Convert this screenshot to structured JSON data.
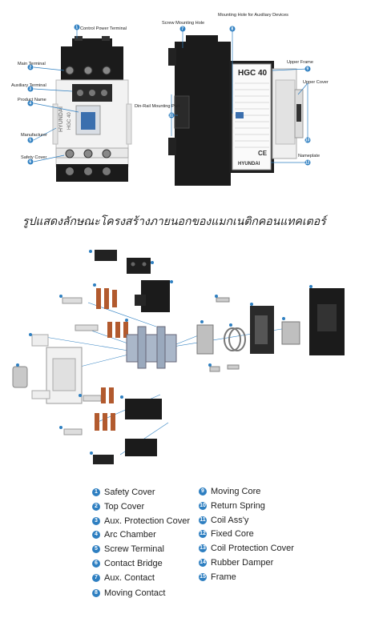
{
  "front_view": {
    "labels": [
      "Control Power Terminal",
      "Main Terminal",
      "Auxiliary Terminal",
      "Product Name",
      "Manufacturer",
      "Safety Cover"
    ],
    "body_text": [
      "HYUNDAI",
      "HGC 40"
    ]
  },
  "side_view": {
    "labels": [
      "Screw Mounting Hole",
      "Mounting Hole for Auxiliary Devices",
      "Upper Frame",
      "Upper Cover",
      "Din-Rail Mounting Part",
      "Nameplate"
    ],
    "nameplate": {
      "model": "HGC 40",
      "brand": "HYUNDAI",
      "ce": "CE"
    }
  },
  "caption": "รูปแสดงลักษณะโครงสร้างภายนอกของแมกเนติกคอนแทคเตอร์",
  "accent_color": "#2e7fc1",
  "legend": {
    "left": [
      {
        "n": "1",
        "label": "Safety Cover"
      },
      {
        "n": "2",
        "label": "Top Cover"
      },
      {
        "n": "3",
        "label": "Aux. Protection Cover"
      },
      {
        "n": "4",
        "label": "Arc Chamber"
      },
      {
        "n": "5",
        "label": "Screw Terminal"
      },
      {
        "n": "6",
        "label": "Contact Bridge"
      },
      {
        "n": "7",
        "label": "Aux. Contact"
      },
      {
        "n": "8",
        "label": "Moving Contact"
      }
    ],
    "right": [
      {
        "n": "9",
        "label": "Moving Core"
      },
      {
        "n": "10",
        "label": "Return Spring"
      },
      {
        "n": "11",
        "label": "Coil Ass'y"
      },
      {
        "n": "12",
        "label": "Fixed Core"
      },
      {
        "n": "13",
        "label": "Coil Protection Cover"
      },
      {
        "n": "14",
        "label": "Rubber Damper"
      },
      {
        "n": "15",
        "label": "Frame"
      }
    ]
  }
}
